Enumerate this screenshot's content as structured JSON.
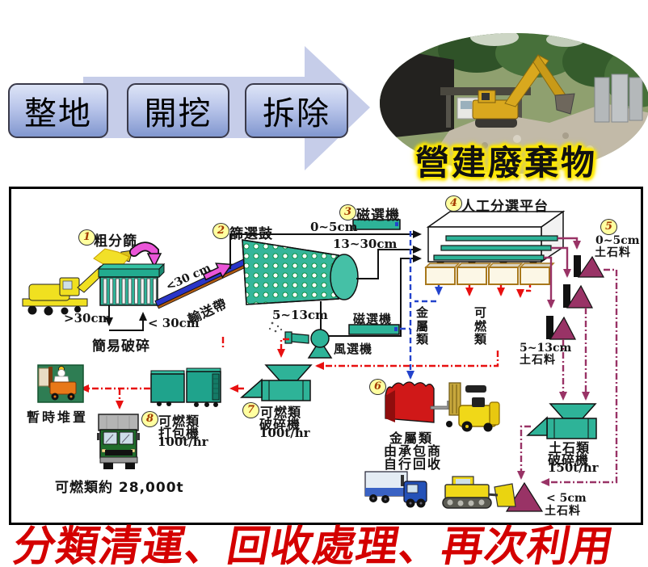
{
  "banner": {
    "steps": [
      {
        "label": "整地"
      },
      {
        "label": "開挖"
      },
      {
        "label": "拆除"
      }
    ],
    "photo_caption": "營建廢棄物"
  },
  "flow": {
    "s1": {
      "num": "1",
      "label": "粗分篩"
    },
    "oversize": ">30cm",
    "return_size": "< 30cm",
    "simple_crush": "簡易破碎",
    "conveyor_size": "<30 cm",
    "conveyor": "輸送帶",
    "s2": {
      "num": "2",
      "label": "篩選鼓"
    },
    "s3": {
      "num": "3",
      "label": "磁選機"
    },
    "size_0_5": "0~5cm",
    "size_13_30": "13~30cm",
    "size_5_13": "5~13cm",
    "magnet2": "磁選機",
    "air_separator": "風選機",
    "s4": {
      "num": "4",
      "label": "人工分選平台"
    },
    "s5": {
      "num": "5",
      "size": "0~5cm",
      "material": "土石料"
    },
    "metal_column": "金屬類",
    "combustible_column": "可燃類",
    "pile_5_13": {
      "size": "5~13cm",
      "material": "土石料"
    },
    "s6": {
      "num": "6",
      "line1": "金屬類",
      "line2": "由承包商",
      "line3": "自行回收"
    },
    "s7": {
      "num": "7",
      "line1": "可燃類",
      "line2": "破碎機",
      "line3": "100t/hr"
    },
    "s8": {
      "num": "8",
      "line1": "可燃類",
      "line2": "打包機",
      "line3": "100t/hr"
    },
    "temp_storage": "暫時堆置",
    "combustible_total": "可燃類約 28,000t",
    "stone_crusher": {
      "line1": "土石類",
      "line2": "破碎機",
      "line3": "150t/hr"
    },
    "final_pile": {
      "size": "< 5cm",
      "material": "土石料"
    }
  },
  "slogan": "分類清運、回收處理、再次利用",
  "colors": {
    "machine_teal": "#2eb398",
    "stone_purple": "#993366",
    "combustible_red": "#e81010",
    "metal_blue": "#2343cc",
    "input_magenta": "#ea55d8",
    "slogan_red": "#d40000",
    "banner_arrow": "#c6cde9"
  }
}
